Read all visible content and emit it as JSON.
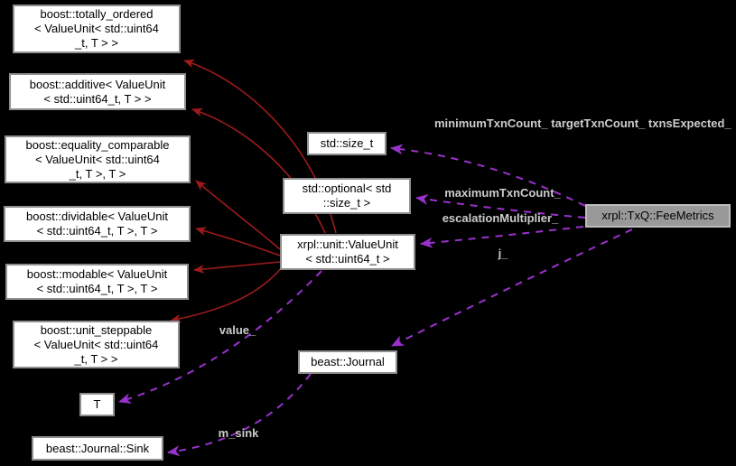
{
  "colors": {
    "background": "#000000",
    "node_fill": "#ffffff",
    "node_border": "#8f8f8f",
    "node_text": "#000000",
    "main_node_fill": "#999999",
    "main_node_border": "#bdbdbd",
    "inheritance_edge": "#9e1b1b",
    "usage_edge": "#9932cc",
    "edge_label_text": "#cccccc"
  },
  "nodes": {
    "totally_ordered": {
      "lines": [
        "boost::totally_ordered",
        "< ValueUnit< std::uint64",
        "_t, T > >"
      ]
    },
    "additive": {
      "lines": [
        "boost::additive< ValueUnit",
        "< std::uint64_t, T > >"
      ]
    },
    "equality_comparable": {
      "lines": [
        "boost::equality_comparable",
        "< ValueUnit< std::uint64",
        "_t, T >, T >"
      ]
    },
    "dividable": {
      "lines": [
        "boost::dividable< ValueUnit",
        "< std::uint64_t, T >, T >"
      ]
    },
    "modable": {
      "lines": [
        "boost::modable< ValueUnit",
        "< std::uint64_t, T >, T >"
      ]
    },
    "unit_steppable": {
      "lines": [
        "boost::unit_steppable",
        "< ValueUnit< std::uint64",
        "_t, T > >"
      ]
    },
    "t_param": {
      "lines": [
        "T"
      ]
    },
    "journal_sink": {
      "lines": [
        "beast::Journal::Sink"
      ]
    },
    "size_t": {
      "lines": [
        "std::size_t"
      ]
    },
    "optional": {
      "lines": [
        "std::optional< std",
        "::size_t >"
      ]
    },
    "value_unit": {
      "lines": [
        "xrpl::unit::ValueUnit",
        "< std::uint64_t >"
      ]
    },
    "journal": {
      "lines": [
        "beast::Journal"
      ]
    },
    "fee_metrics": {
      "lines": [
        "xrpl::TxQ::FeeMetrics"
      ]
    }
  },
  "edge_labels": {
    "txn_counts": {
      "lines": [
        "minimumTxnCount_",
        "targetTxnCount_",
        "txnsExpected_"
      ]
    },
    "maximum_txn_count": "maximumTxnCount_",
    "escalation_multiplier": "escalationMultiplier_",
    "j": "j_",
    "value": "value_",
    "m_sink": "m_sink"
  }
}
